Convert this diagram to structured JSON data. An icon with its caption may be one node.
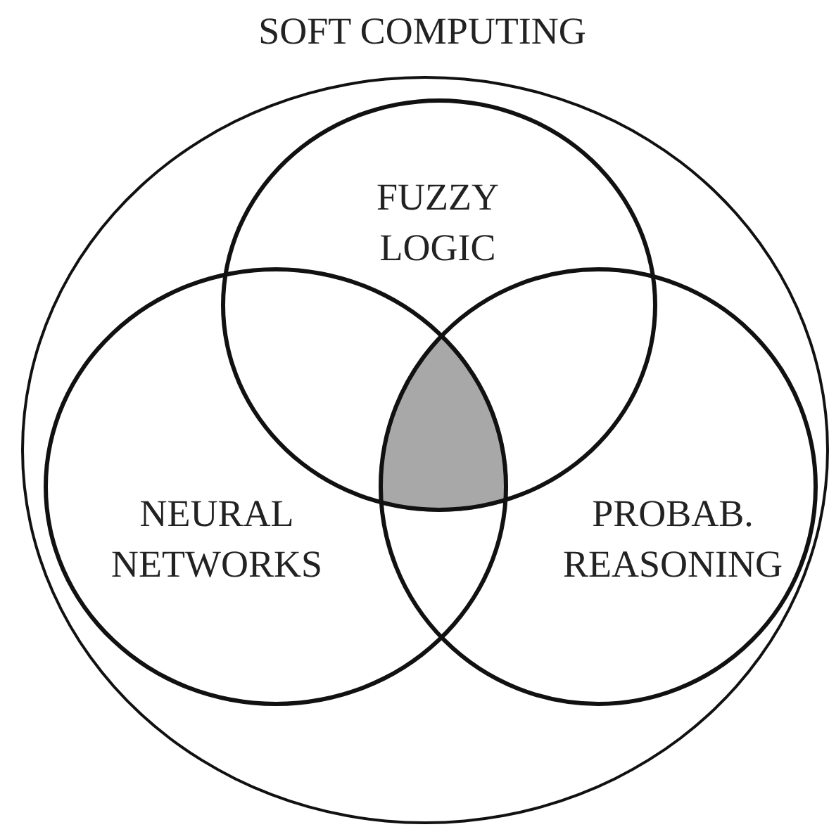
{
  "diagram": {
    "nodes": [
      {
        "text": [
          "SOFT COMPUTING"
        ]
      },
      {
        "text": [
          "FUZZY LOGIC"
        ],
        "in": 0
      },
      {
        "text": [
          "NEURAL NETWORKS"
        ],
        "in": 0
      },
      {
        "text": [
          "PROBAB. REASONING"
        ],
        "in": 0
      },
      {
        "text": [],
        "shape": "lens"
      }
    ]
  }
}
